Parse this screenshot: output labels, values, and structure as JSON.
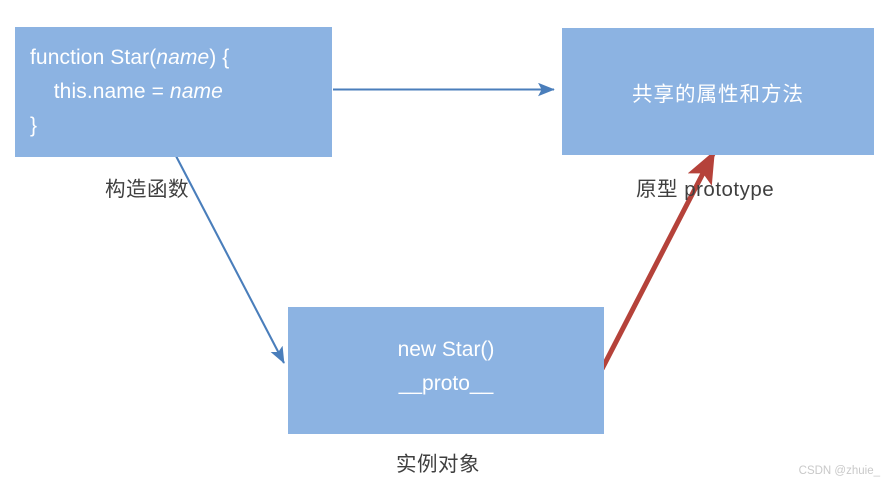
{
  "diagram": {
    "title": "JavaScript prototype relationship diagram",
    "colors": {
      "box_fill": "#8cb3e2",
      "box_text": "#ffffff",
      "caption_text": "#3f3f3f",
      "arrow_blue": "#4a7ebb",
      "arrow_red": "#b5423a",
      "background": "#ffffff",
      "watermark_text": "#c9c9c9"
    },
    "boxes": {
      "constructor": {
        "code_lines": [
          {
            "pre": "function Star(",
            "italic": "name",
            "post": ") {"
          },
          {
            "pre": "    this.name = ",
            "italic": "name",
            "post": ""
          },
          {
            "pre": "}",
            "italic": "",
            "post": ""
          }
        ],
        "caption": "构造函数"
      },
      "prototype": {
        "label": "共享的属性和方法",
        "caption": "原型 prototype"
      },
      "instance": {
        "line1": "new Star()",
        "line2": "__proto__",
        "caption": "实例对象"
      }
    },
    "arrows": [
      {
        "name": "constructor-to-prototype",
        "color": "#4a7ebb",
        "from": "constructor-box",
        "to": "prototype-box"
      },
      {
        "name": "constructor-to-instance",
        "color": "#4a7ebb",
        "from": "constructor-box",
        "to": "instance-box"
      },
      {
        "name": "instance-to-prototype",
        "color": "#b5423a",
        "from": "instance-box",
        "to": "prototype-box"
      }
    ]
  },
  "watermark": {
    "text": "CSDN @zhuie_"
  }
}
